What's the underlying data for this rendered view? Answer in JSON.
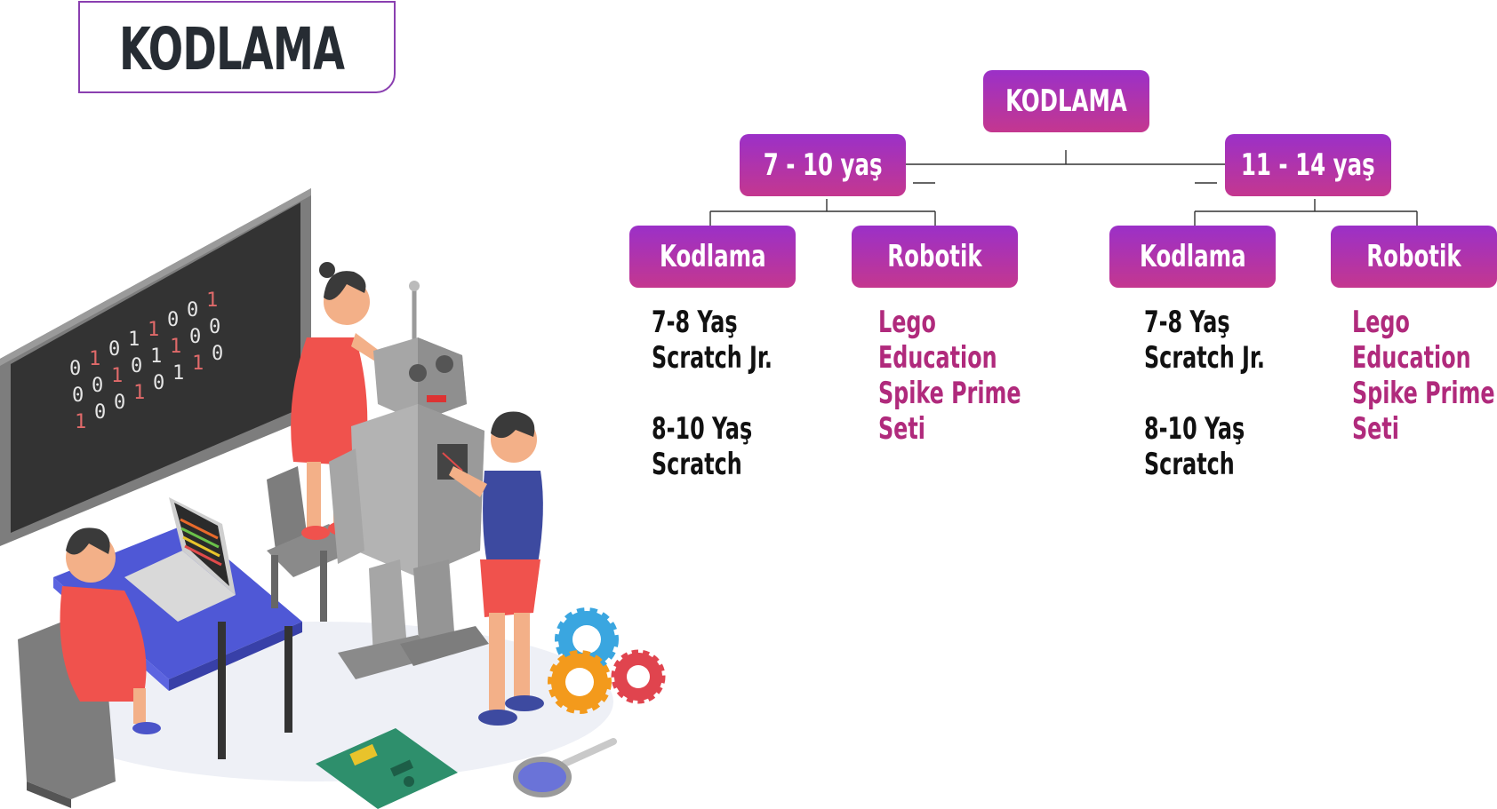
{
  "header": {
    "title": "KODLAMA"
  },
  "tree": {
    "root": "KODLAMA",
    "groups": [
      {
        "label": "7 - 10 yaş",
        "coding": {
          "label": "Kodlama",
          "lines1": [
            "7-8 Yaş",
            "Scratch Jr."
          ],
          "lines2": [
            "8-10 Yaş",
            "Scratch"
          ]
        },
        "robotics": {
          "label": "Robotik",
          "lines": [
            "Lego",
            "Education",
            "Spike Prime",
            "Seti"
          ]
        }
      },
      {
        "label": "11 - 14 yaş",
        "coding": {
          "label": "Kodlama",
          "lines1": [
            "7-8 Yaş",
            "Scratch Jr."
          ],
          "lines2": [
            "8-10 Yaş",
            "Scratch"
          ]
        },
        "robotics": {
          "label": "Robotik",
          "lines": [
            "Lego",
            "Education",
            "Spike Prime",
            "Seti"
          ]
        }
      }
    ]
  },
  "illustration": {
    "board_digits": [
      "0",
      "1",
      "0",
      "1",
      "1",
      "0",
      "0",
      "1",
      "0",
      "0",
      "1",
      "0",
      "1",
      "1",
      "0",
      "0",
      "1",
      "0",
      "0",
      "1",
      "0",
      "1",
      "1",
      "0"
    ]
  },
  "colors": {
    "node_top": "#9b30c8",
    "node_bottom": "#c4378f",
    "title_border": "#8a3fb0",
    "robotics_text": "#b02a7c",
    "title_text": "#262c33"
  }
}
